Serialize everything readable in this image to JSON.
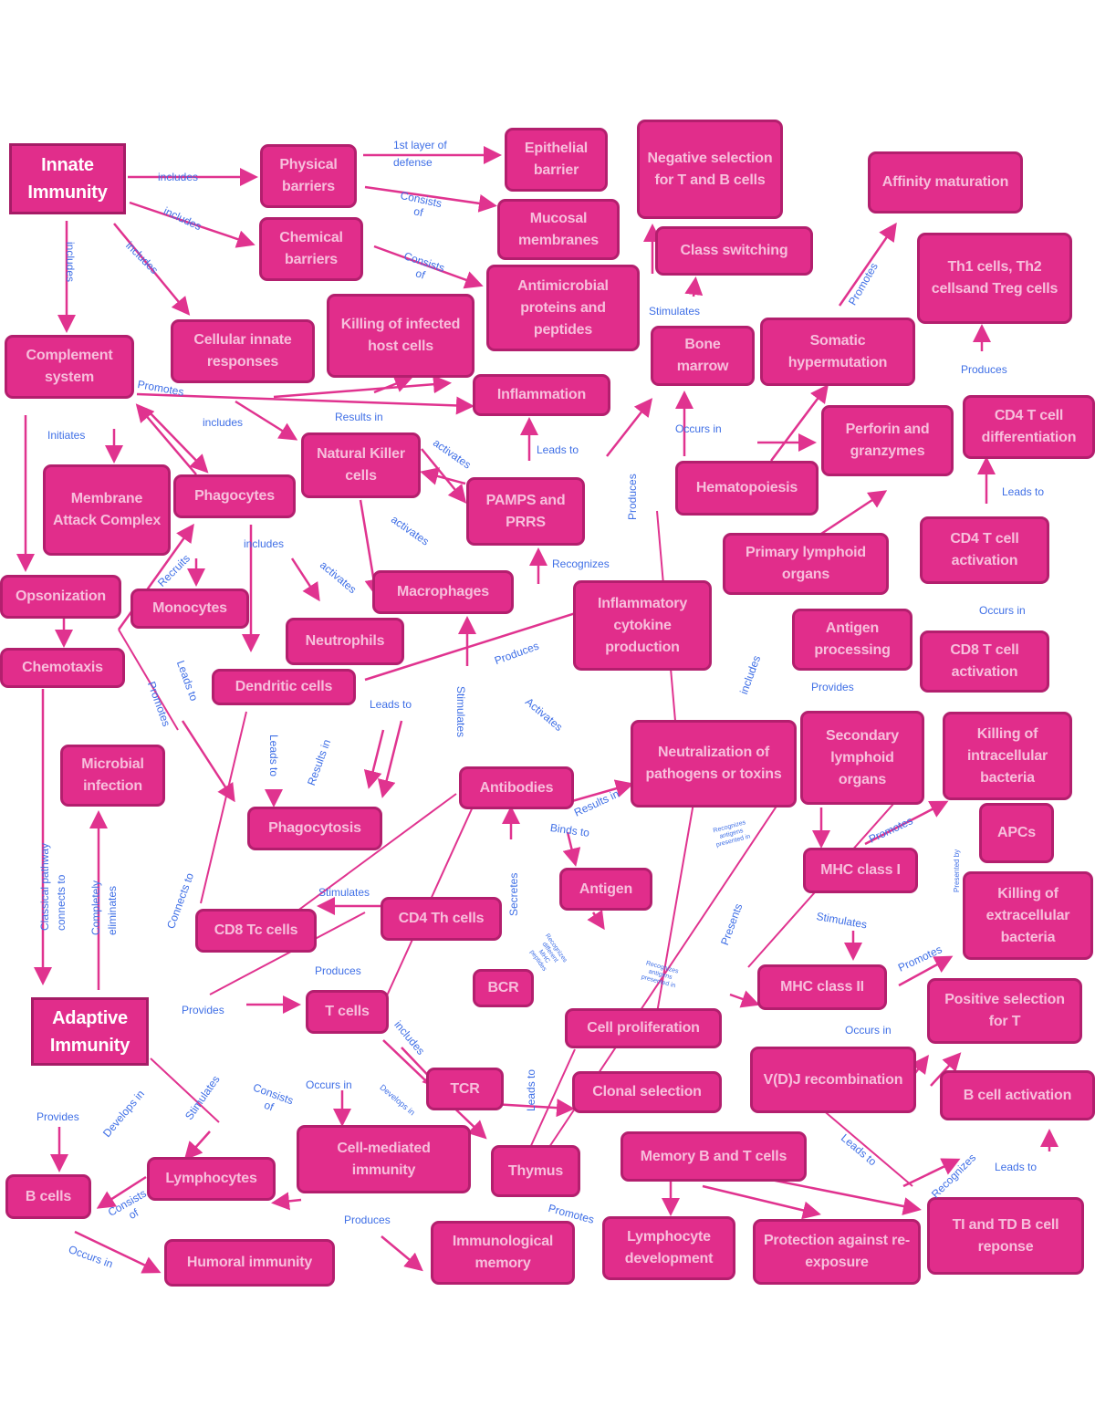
{
  "colors": {
    "node_fill": "#e12d8b",
    "node_border": "#b31f6e",
    "node_text": "#f7bfdc",
    "link_label": "#3f6fe6",
    "connector": "#e0338f"
  },
  "nodes": {
    "innate_immunity": "Innate Immunity",
    "physical_barriers": "Physical barriers",
    "chemical_barriers": "Chemical barriers",
    "epithelial_barrier": "Epithelial barrier",
    "mucosal_membranes": "Mucosal membranes",
    "antimicrobial": "Antimicrobial proteins and peptides",
    "negative_selection": "Negative selection for T and B cells",
    "class_switching": "Class switching",
    "affinity_maturation": "Affinity maturation",
    "th_cells": "Th1 cells, Th2 cellsand Treg cells",
    "complement_system": "Complement system",
    "cellular_innate": "Cellular innate responses",
    "killing_infected": "Killing of infected host cells",
    "inflammation": "Inflammation",
    "bone_marrow": "Bone marrow",
    "somatic_hypermutation": "Somatic hypermutation",
    "perforin": "Perforin and granzymes",
    "cd4_differentiation": "CD4 T cell differentiation",
    "nk_cells": "Natural Killer cells",
    "pamps": "PAMPS and PRRS",
    "hematopoiesis": "Hematopoiesis",
    "mac": "Membrane Attack Complex",
    "phagocytes": "Phagocytes",
    "primary_lymphoid": "Primary lymphoid organs",
    "cd4_activation": "CD4 T cell activation",
    "opsonization": "Opsonization",
    "monocytes": "Monocytes",
    "macrophages": "Macrophages",
    "neutrophils": "Neutrophils",
    "cytokine": "Inflammatory cytokine production",
    "antigen_processing": "Antigen processing",
    "cd8_activation": "CD8 T cell activation",
    "chemotaxis": "Chemotaxis",
    "dendritic": "Dendritic cells",
    "microbial_infection": "Microbial infection",
    "neutralization": "Neutralization of pathogens or toxins",
    "secondary_lymphoid": "Secondary lymphoid organs",
    "killing_intracellular": "Killing of intracellular bacteria",
    "antibodies": "Antibodies",
    "phagocytosis": "Phagocytosis",
    "apcs": "APCs",
    "mhc1": "MHC class I",
    "antigen": "Antigen",
    "killing_extracellular": "Killing of extracellular bacteria",
    "cd8_tc": "CD8 Tc cells",
    "cd4_th": "CD4 Th cells",
    "bcr": "BCR",
    "mhc2": "MHC class II",
    "adaptive_immunity": "Adaptive Immunity",
    "t_cells": "T cells",
    "cell_proliferation": "Cell proliferation",
    "positive_selection": "Positive selection for T",
    "vdj": "V(D)J recombination",
    "tcr": "TCR",
    "clonal_selection": "Clonal selection",
    "b_cell_activation": "B cell activation",
    "cell_mediated": "Cell-mediated immunity",
    "thymus": "Thymus",
    "memory_cells": "Memory B and T cells",
    "lymphocytes": "Lymphocytes",
    "b_cells": "B cells",
    "ti_td": "TI and TD B cell reponse",
    "immunological_memory": "Immunological memory",
    "lymphocyte_development": "Lymphocyte development",
    "protection": "Protection against re-exposure",
    "humoral": "Humoral immunity"
  },
  "links": [
    "includes",
    "includes",
    "includes",
    "includes",
    "1st layer of defense",
    "Consists of",
    "Consists of",
    "Stimulates",
    "Promotes",
    "Produces",
    "Occurs in",
    "Leads to",
    "Leads to",
    "Produces",
    "Promotes",
    "Initiates",
    "includes",
    "Results in",
    "activates",
    "activates",
    "activates",
    "Recognizes",
    "includes",
    "Recruits",
    "Produces",
    "includes",
    "Provides",
    "Occurs in",
    "Leads to",
    "Promotes",
    "Leads to",
    "Stimulates",
    "Activates",
    "Leads to",
    "Results in",
    "Results in",
    "Binds to",
    "Promotes",
    "Presented by",
    "Recognizes antigens presented in",
    "Classical pathway connects to",
    "Completely eliminates",
    "Connects to",
    "Stimulates",
    "Secretes",
    "Presents",
    "Stimulates",
    "Recognizes different MHC peptides",
    "Recognizes antigens presented in",
    "Promotes",
    "Produces",
    "Provides",
    "Occurs in",
    "Provides",
    "Develops in",
    "Stimulates",
    "Consists of",
    "Occurs in",
    "includes",
    "Develops in",
    "Leads to",
    "Leads to",
    "Recognizes",
    "Leads to",
    "Consists of",
    "Produces",
    "Occurs in",
    "Promotes"
  ]
}
